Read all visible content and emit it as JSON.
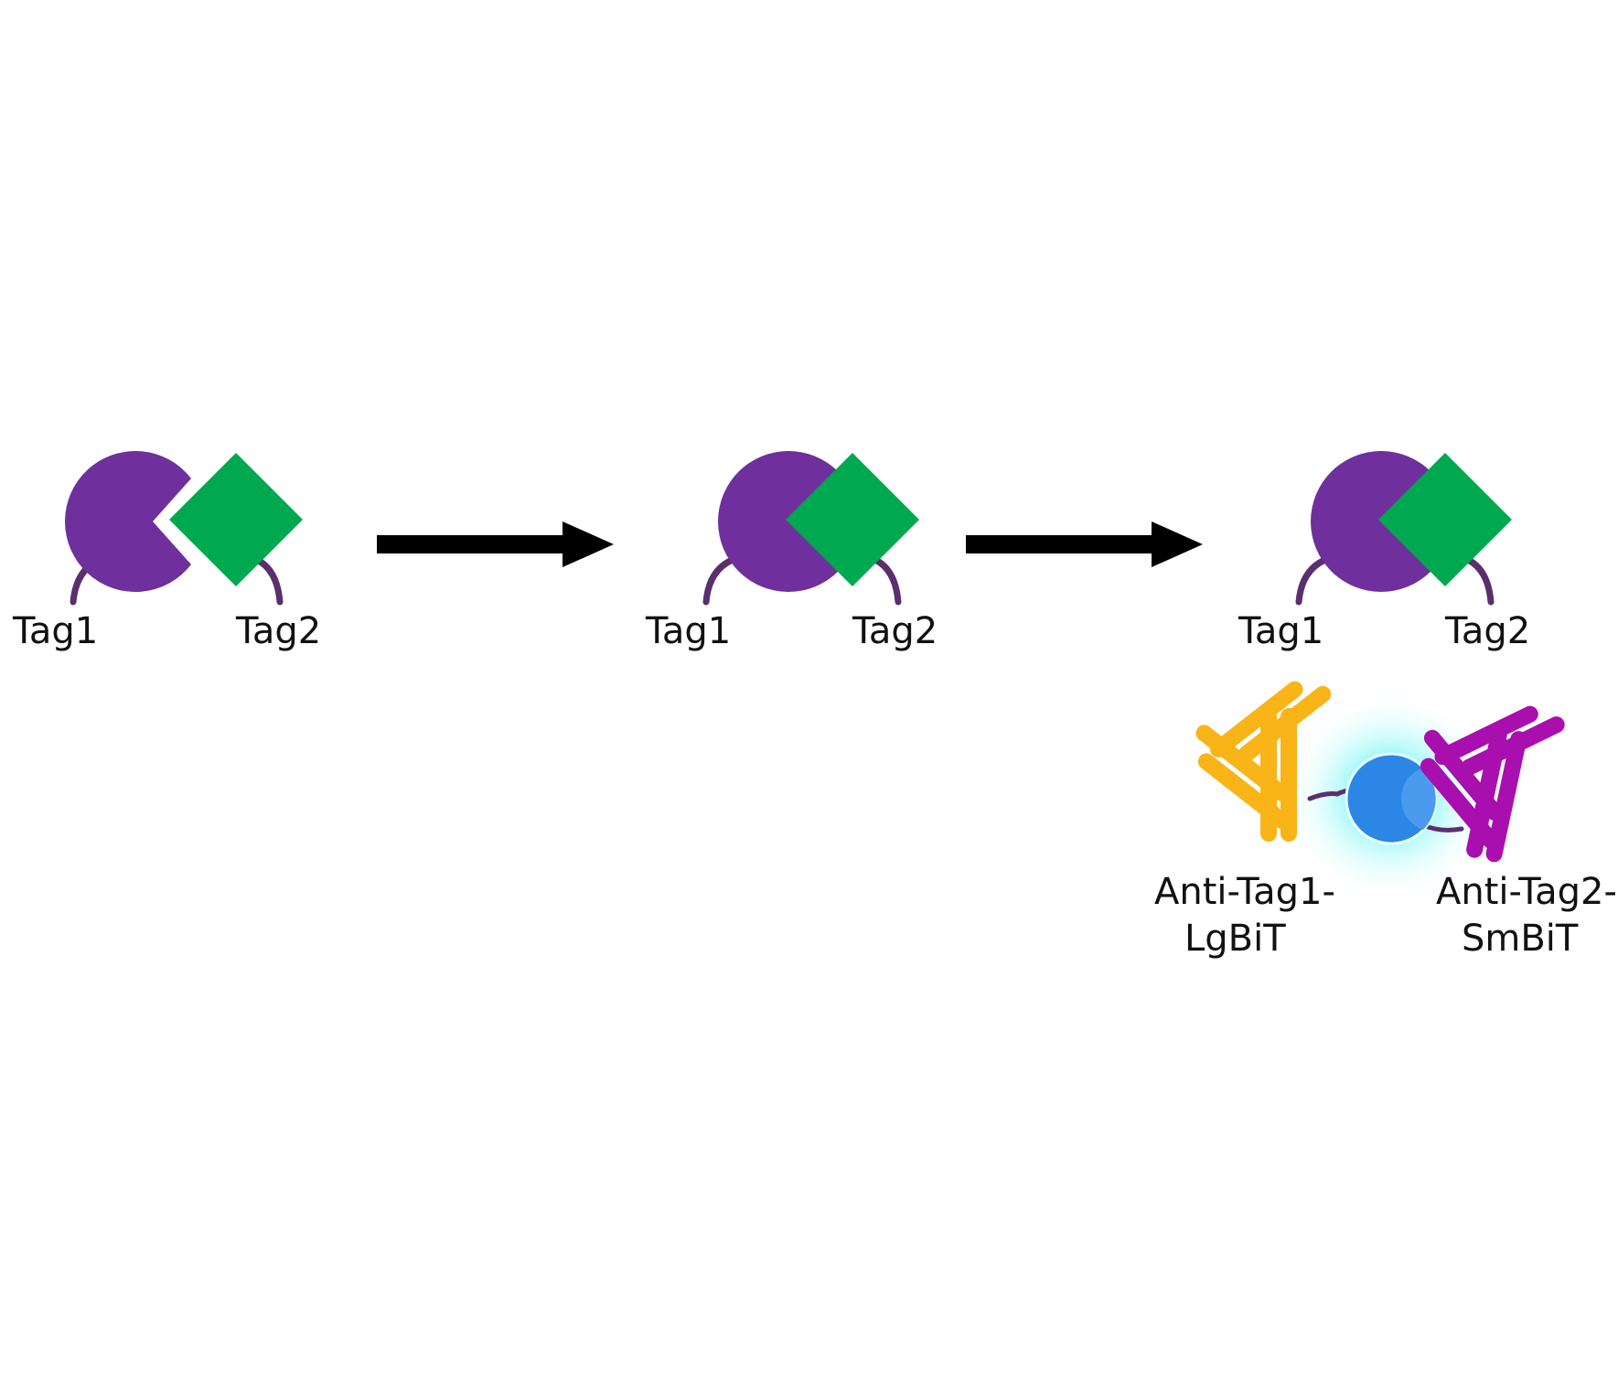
{
  "diagram": {
    "panels": [
      {
        "name": "separated",
        "tag1_label": "Tag1",
        "tag2_label": "Tag2"
      },
      {
        "name": "bound",
        "tag1_label": "Tag1",
        "tag2_label": "Tag2"
      },
      {
        "name": "detected",
        "tag1_label": "Tag1",
        "tag2_label": "Tag2"
      }
    ],
    "antibodies": {
      "left": {
        "line1": "Anti-Tag1-",
        "line2": "LgBiT",
        "color": "#F9B418"
      },
      "right": {
        "line1": "Anti-Tag2-",
        "line2": "SmBiT",
        "color": "#A90EAF"
      }
    },
    "colors": {
      "pacman": "#6F2F9C",
      "diamond": "#00A94F",
      "tag_arc": "#5B2E6E",
      "arrow": "#000000",
      "luciferase": "#2B86E6",
      "glow": "#4FF2F2"
    }
  }
}
